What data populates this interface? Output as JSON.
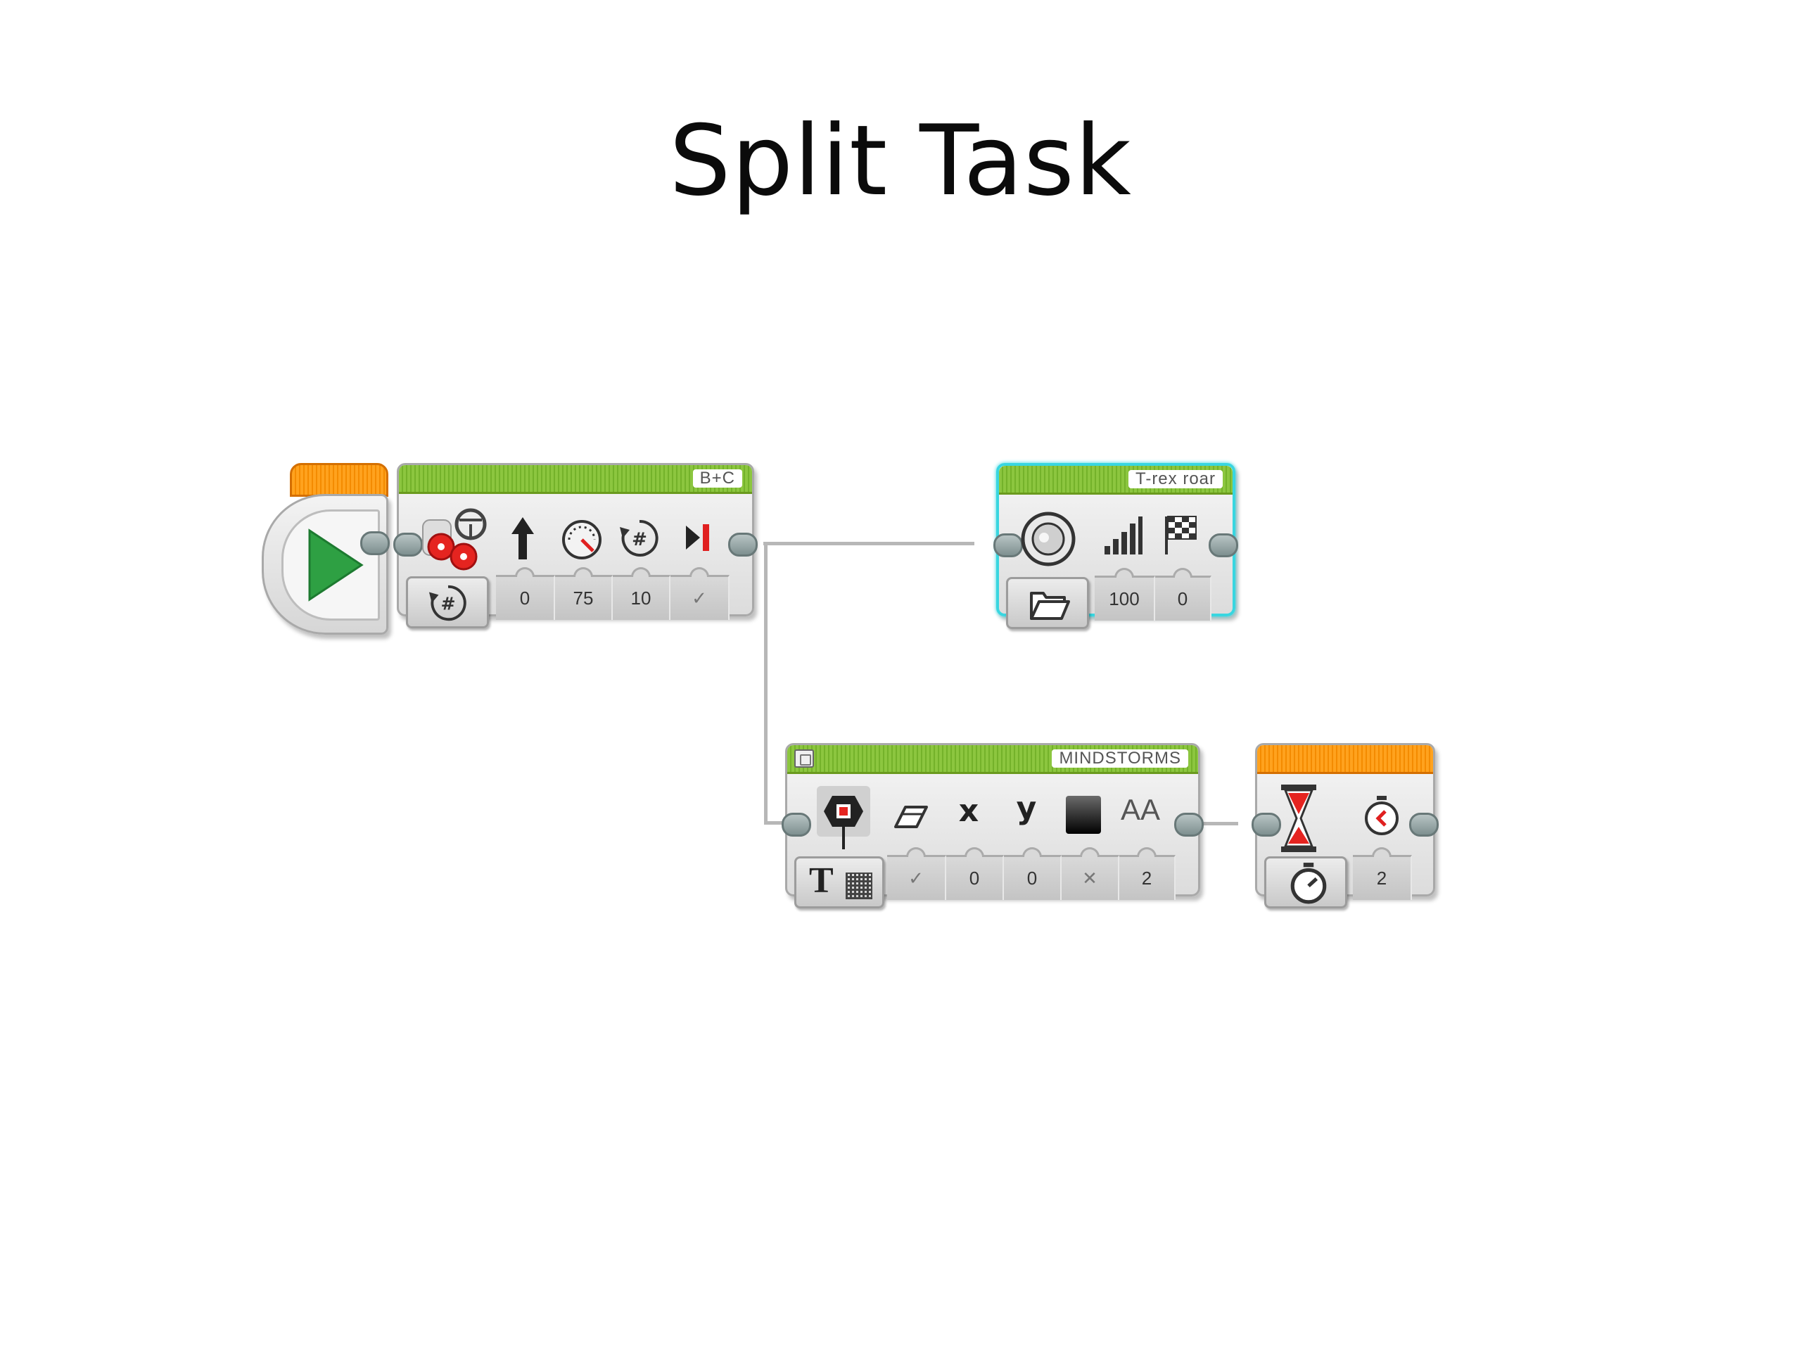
{
  "slide": {
    "title": "Split Task"
  },
  "start_block": {
    "icon": "play-icon",
    "color": "#2ea043"
  },
  "move_steering": {
    "ports": "B+C",
    "mode_icon": "rotations-mode-icon",
    "inputs": [
      {
        "icon": "steering-arrow-icon",
        "value": "0"
      },
      {
        "icon": "speedometer-icon",
        "value": "75"
      },
      {
        "icon": "rotations-icon",
        "value": "10"
      },
      {
        "icon": "brake-at-end-icon",
        "value": "✓"
      }
    ]
  },
  "sound": {
    "file_name": "T-rex roar",
    "mode_icon": "folder-open-icon",
    "inputs": [
      {
        "icon": "volume-icon",
        "value": "100"
      },
      {
        "icon": "play-type-flag-icon",
        "value": "0"
      }
    ],
    "highlight_color": "#38d6e0"
  },
  "display": {
    "text": "MINDSTORMS",
    "mode_label": "T",
    "inputs": [
      {
        "icon": "eraser-icon",
        "value": "✓"
      },
      {
        "label": "x",
        "value": "0"
      },
      {
        "label": "y",
        "value": "0"
      },
      {
        "icon": "color-icon",
        "value": "✕"
      },
      {
        "label": "AA",
        "value": "2"
      }
    ]
  },
  "wait": {
    "mode_icon": "stopwatch-icon",
    "inputs": [
      {
        "icon": "timer-icon",
        "value": "2"
      }
    ]
  },
  "colors": {
    "green_header": "#8cc63f",
    "orange_header": "#f48b00"
  }
}
